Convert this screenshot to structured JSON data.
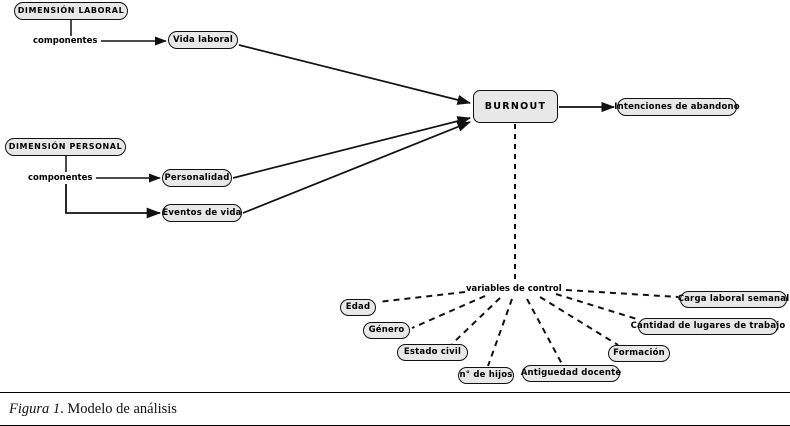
{
  "figure": {
    "caption_italic": "Figura 1",
    "caption_rest": ". Modelo de análisis"
  },
  "nodes": {
    "dimension_laboral": "DIMENSIÓN LABORAL",
    "dimension_personal": "DIMENSIÓN PERSONAL",
    "vida_laboral": "Vida laboral",
    "personalidad": "Personalidad",
    "eventos_de_vida": "Eventos de vida",
    "burnout": "BURNOUT",
    "intenciones": "Intenciones de abandono",
    "edad": "Edad",
    "genero": "Género",
    "estado_civil": "Estado civil",
    "n_de_hijos": "n° de hijos",
    "antiguedad_docente": "Antiguedad docente",
    "formacion": "Formación",
    "cantidad_lugares": "Cantidad de lugares de trabajo",
    "carga_laboral": "Carga laboral semanal"
  },
  "labels": {
    "componentes_laboral": "componentes",
    "componentes_personal": "componentes",
    "variables_de_control": "variables de control"
  },
  "style": {
    "node_fill": "#e8e8e8",
    "stroke": "#111111",
    "page_bg": "#ffffff"
  }
}
